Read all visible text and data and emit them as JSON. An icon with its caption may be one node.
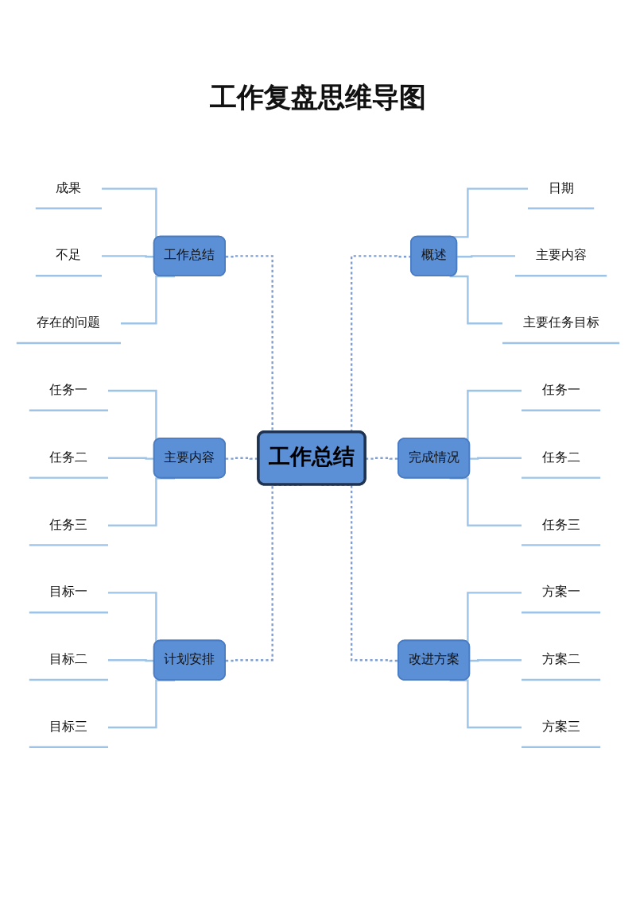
{
  "diagram": {
    "title": "工作复盘思维导图",
    "nodes": [
      {
        "text": [
          "工作总结"
        ]
      },
      {
        "text": [
          "工作总结"
        ]
      },
      {
        "text": [
          "成果"
        ]
      },
      {
        "text": [
          "不足"
        ]
      },
      {
        "text": [
          "存在的问题"
        ]
      },
      {
        "text": [
          "主要内容"
        ]
      },
      {
        "text": [
          "任务一"
        ]
      },
      {
        "text": [
          "任务二"
        ]
      },
      {
        "text": [
          "任务三"
        ]
      },
      {
        "text": [
          "计划安排"
        ]
      },
      {
        "text": [
          "目标一"
        ]
      },
      {
        "text": [
          "目标二"
        ]
      },
      {
        "text": [
          "目标三"
        ]
      },
      {
        "text": [
          "概述"
        ]
      },
      {
        "text": [
          "日期"
        ]
      },
      {
        "text": [
          "主要内容"
        ]
      },
      {
        "text": [
          "主要任务目标"
        ]
      },
      {
        "text": [
          "完成情况"
        ]
      },
      {
        "text": [
          "任务一"
        ]
      },
      {
        "text": [
          "任务二"
        ]
      },
      {
        "text": [
          "任务三"
        ]
      },
      {
        "text": [
          "改进方案"
        ]
      },
      {
        "text": [
          "方案一"
        ]
      },
      {
        "text": [
          "方案二"
        ]
      },
      {
        "text": [
          "方案三"
        ]
      }
    ],
    "edges": [
      {
        "from": 1,
        "to": 0,
        "arrow": "none",
        "style": "dashed",
        "color": "#7f9fd0"
      },
      {
        "from": 5,
        "to": 0,
        "arrow": "none",
        "style": "dashed",
        "color": "#7f9fd0"
      },
      {
        "from": 9,
        "to": 0,
        "arrow": "none",
        "style": "dashed",
        "color": "#7f9fd0"
      },
      {
        "from": 0,
        "to": 13,
        "arrow": "none",
        "style": "dashed",
        "color": "#7f9fd0"
      },
      {
        "from": 0,
        "to": 17,
        "arrow": "none",
        "style": "dashed",
        "color": "#7f9fd0"
      },
      {
        "from": 0,
        "to": 21,
        "arrow": "none",
        "style": "dashed",
        "color": "#7f9fd0"
      },
      {
        "from": 2,
        "to": 1,
        "arrow": "none"
      },
      {
        "from": 3,
        "to": 1,
        "arrow": "none"
      },
      {
        "from": 4,
        "to": 1,
        "arrow": "none"
      },
      {
        "from": 6,
        "to": 5,
        "arrow": "none"
      },
      {
        "from": 7,
        "to": 5,
        "arrow": "none"
      },
      {
        "from": 8,
        "to": 5,
        "arrow": "none"
      },
      {
        "from": 10,
        "to": 9,
        "arrow": "none"
      },
      {
        "from": 11,
        "to": 9,
        "arrow": "none"
      },
      {
        "from": 12,
        "to": 9,
        "arrow": "none"
      },
      {
        "from": 13,
        "to": 14,
        "arrow": "none"
      },
      {
        "from": 13,
        "to": 15,
        "arrow": "none"
      },
      {
        "from": 13,
        "to": 16,
        "arrow": "none"
      },
      {
        "from": 17,
        "to": 18,
        "arrow": "none"
      },
      {
        "from": 17,
        "to": 19,
        "arrow": "none"
      },
      {
        "from": 17,
        "to": 20,
        "arrow": "none"
      },
      {
        "from": 21,
        "to": 22,
        "arrow": "none"
      },
      {
        "from": 21,
        "to": 23,
        "arrow": "none"
      },
      {
        "from": 21,
        "to": 24,
        "arrow": "none"
      }
    ]
  }
}
